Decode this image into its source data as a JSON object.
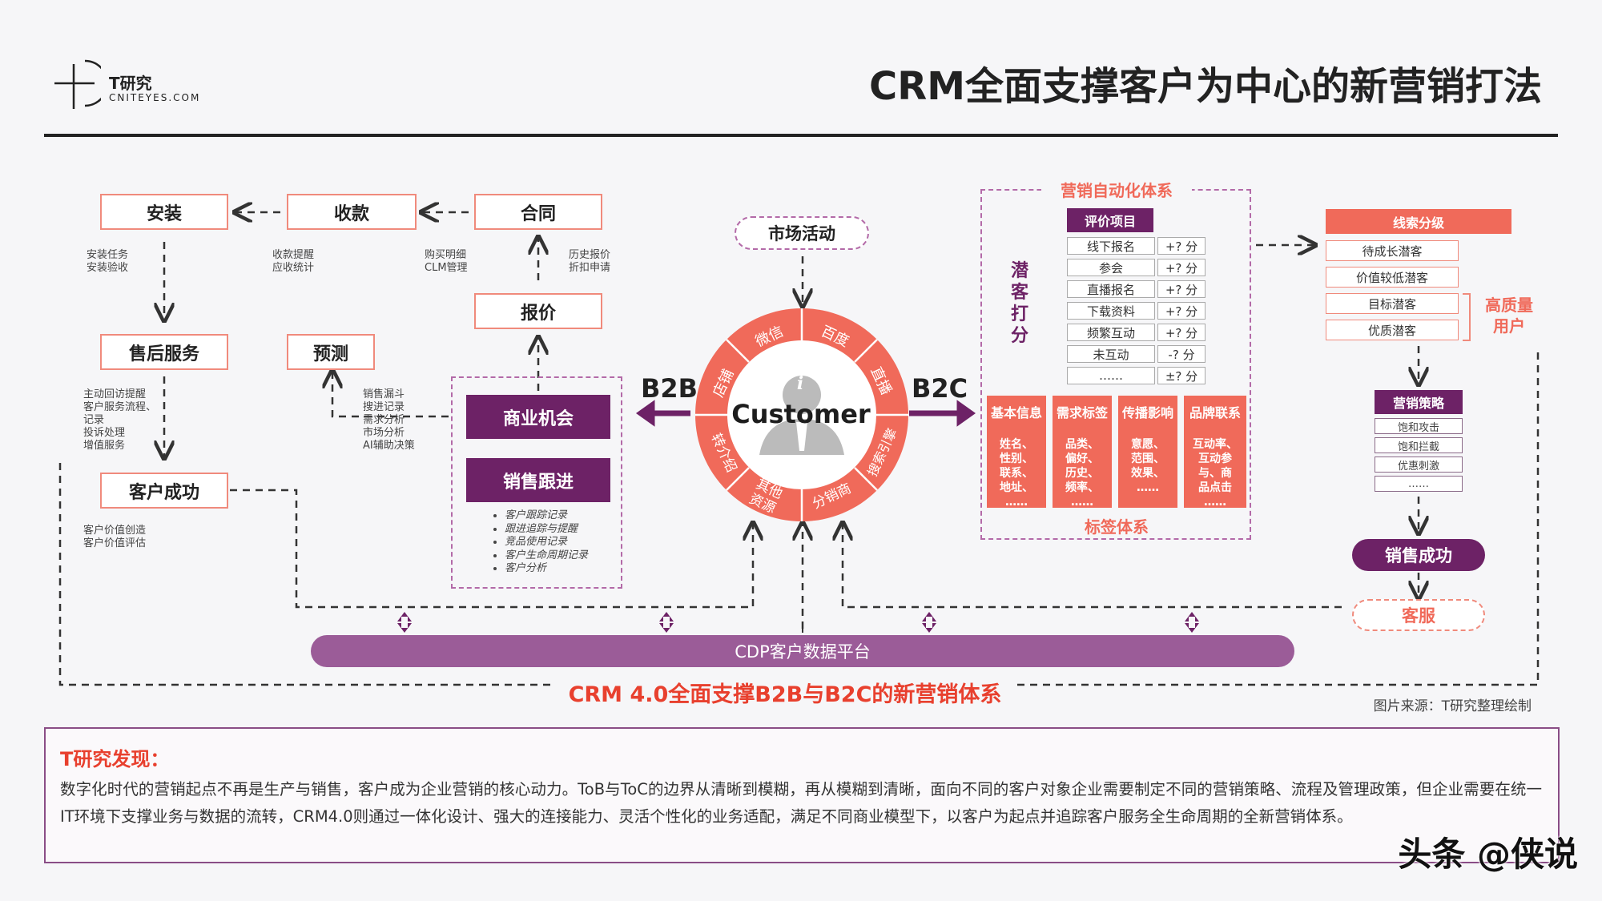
{
  "header": {
    "logo_name": "T研究",
    "logo_domain": "CNITEYES.COM",
    "title": "CRM全面支撑客户为中心的新营销打法"
  },
  "flow": {
    "install": "安装",
    "payment": "收款",
    "contract": "合同",
    "quote": "报价",
    "after_sales": "售后服务",
    "forecast": "预测",
    "opportunity": "商业机会",
    "sales_follow": "销售跟进",
    "customer_success": "客户成功",
    "market_activity": "市场活动",
    "install_notes": "安装任务\n安装验收",
    "payment_notes": "收款提醒\n应收统计",
    "contract_notes_left": "购买明细\nCLM管理",
    "contract_notes_right": "历史报价\n折扣申请",
    "after_sales_notes": "主动回访提醒\n客户服务流程、\n记录\n投诉处理\n增值服务",
    "forecast_notes": "销售漏斗\n搜进记录\n需求分析\n市场分析\nAI辅助决策",
    "success_notes": "客户价值创造\n客户价值评估",
    "follow_items": [
      "客户跟踪记录",
      "跟进追踪与提醒",
      "竞品使用记录",
      "客户生命周期记录",
      "客户分析"
    ]
  },
  "center": {
    "b2b": "B2B",
    "b2c": "B2C",
    "customer": "Customer",
    "ring": [
      "微信",
      "百度",
      "直播",
      "搜索引擎",
      "分销商",
      "其他资源",
      "转介绍",
      "店铺"
    ]
  },
  "automation": {
    "title": "营销自动化体系",
    "side_label": "潜客打分",
    "eval_header": "评价项目",
    "items": [
      {
        "label": "线下报名",
        "score": "+? 分"
      },
      {
        "label": "参会",
        "score": "+? 分"
      },
      {
        "label": "直播报名",
        "score": "+? 分"
      },
      {
        "label": "下载资料",
        "score": "+? 分"
      },
      {
        "label": "频繁互动",
        "score": "+? 分"
      },
      {
        "label": "未互动",
        "score": "-? 分"
      },
      {
        "label": "……",
        "score": "±? 分"
      }
    ],
    "tags_title": "标签体系",
    "tags": [
      {
        "head": "基本信息",
        "body": "姓名、\n性别、\n联系、\n地址、\n……"
      },
      {
        "head": "需求标签",
        "body": "品类、\n偏好、\n历史、\n频率、\n……"
      },
      {
        "head": "传播影响",
        "body": "意愿、\n范围、\n效果、\n……"
      },
      {
        "head": "品牌联系",
        "body": "互动率、\n互动参\n与、商\n品点击\n……"
      }
    ]
  },
  "leads": {
    "header": "线索分级",
    "items": [
      "待成长潜客",
      "价值较低潜客",
      "目标潜客",
      "优质潜客"
    ],
    "high_quality": "高质量\n用户",
    "strategy_header": "营销策略",
    "strategies": [
      "饱和攻击",
      "饱和拦截",
      "优惠刺激",
      "……"
    ],
    "sales_success": "销售成功",
    "service": "客服"
  },
  "platform": {
    "cdp": "CDP客户数据平台",
    "caption": "CRM 4.0全面支撑B2B与B2C的新营销体系",
    "source": "图片来源：T研究整理绘制"
  },
  "findings": {
    "title": "T研究发现：",
    "text": "数字化时代的营销起点不再是生产与销售，客户成为企业营销的核心动力。ToB与ToC的边界从清晰到模糊，再从模糊到清晰，面向不同的客户对象企业需要制定不同的营销策略、流程及管理政策，但企业需要在统一IT环境下支撑业务与数据的流转，CRM4.0则通过一体化设计、强大的连接能力、灵活个性化的业务适配，满足不同商业模型下，以客户为起点并追踪客户服务全生命周期的全新营销体系。"
  },
  "watermark": "头条 @侠说",
  "colors": {
    "accent_red": "#f06a5a",
    "purple": "#6d2266",
    "cdp_purple": "#9b5c98",
    "caption_red": "#e8402e"
  }
}
